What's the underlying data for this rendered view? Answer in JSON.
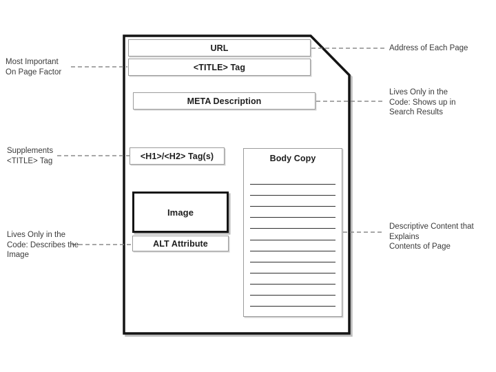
{
  "page_mock": {
    "url_label": "URL",
    "title_label": "<TITLE> Tag",
    "meta_label": "META Description",
    "h1h2_label": "<H1>/<H2> Tag(s)",
    "image_label": "Image",
    "alt_label": "ALT Attribute",
    "body_copy": {
      "label": "Body Copy",
      "line_count": 12
    }
  },
  "annotations": {
    "left": [
      {
        "text": "Most Important\nOn Page Factor",
        "points_to": "title-tag-box"
      },
      {
        "text": "Supplements\n<TITLE> Tag",
        "points_to": "h1h2-tag-box"
      },
      {
        "text": "Lives Only in the\nCode: Describes the\nImage",
        "points_to": "alt-attribute-box"
      }
    ],
    "right": [
      {
        "text": "Address of Each Page",
        "points_to": "url-box"
      },
      {
        "text": "Lives Only in the\nCode: Shows up in\nSearch Results",
        "points_to": "meta-description-box"
      },
      {
        "text": "Descriptive Content that Explains\nContents of Page",
        "points_to": "body-copy-box"
      }
    ]
  },
  "colors": {
    "page_outline": "#141414",
    "page_shadow": "#bdbdbd",
    "box_border": "#9b9b9b",
    "connector": "#8a8a8a",
    "label_text": "#1d1d1d",
    "note_text": "#3a3a3a",
    "background": "#ffffff"
  }
}
